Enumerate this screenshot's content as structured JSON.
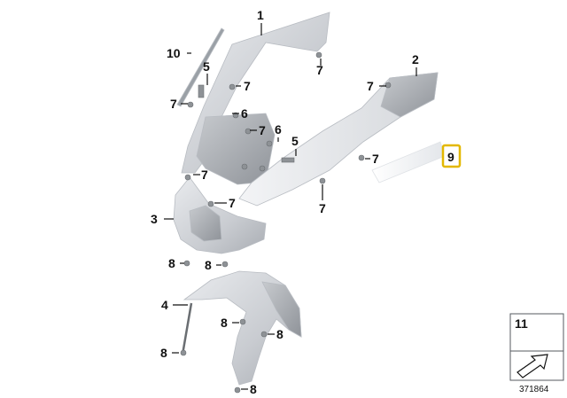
{
  "diagram": {
    "callouts": {
      "c1": "1",
      "c2": "2",
      "c3": "3",
      "c4": "4",
      "c5a": "5",
      "c5b": "5",
      "c6a": "6",
      "c6b": "6",
      "c7a": "7",
      "c7b": "7",
      "c7c": "7",
      "c7d": "7",
      "c7e": "7",
      "c7f": "7",
      "c7g": "7",
      "c7h": "7",
      "c8a": "8",
      "c8b": "8",
      "c8c": "8",
      "c8d": "8",
      "c8e": "8",
      "c9": "9",
      "c10": "10"
    },
    "highlighted_callout_color": "#e3b800",
    "legend_box": {
      "label": "11",
      "reference_number": "371864"
    }
  }
}
